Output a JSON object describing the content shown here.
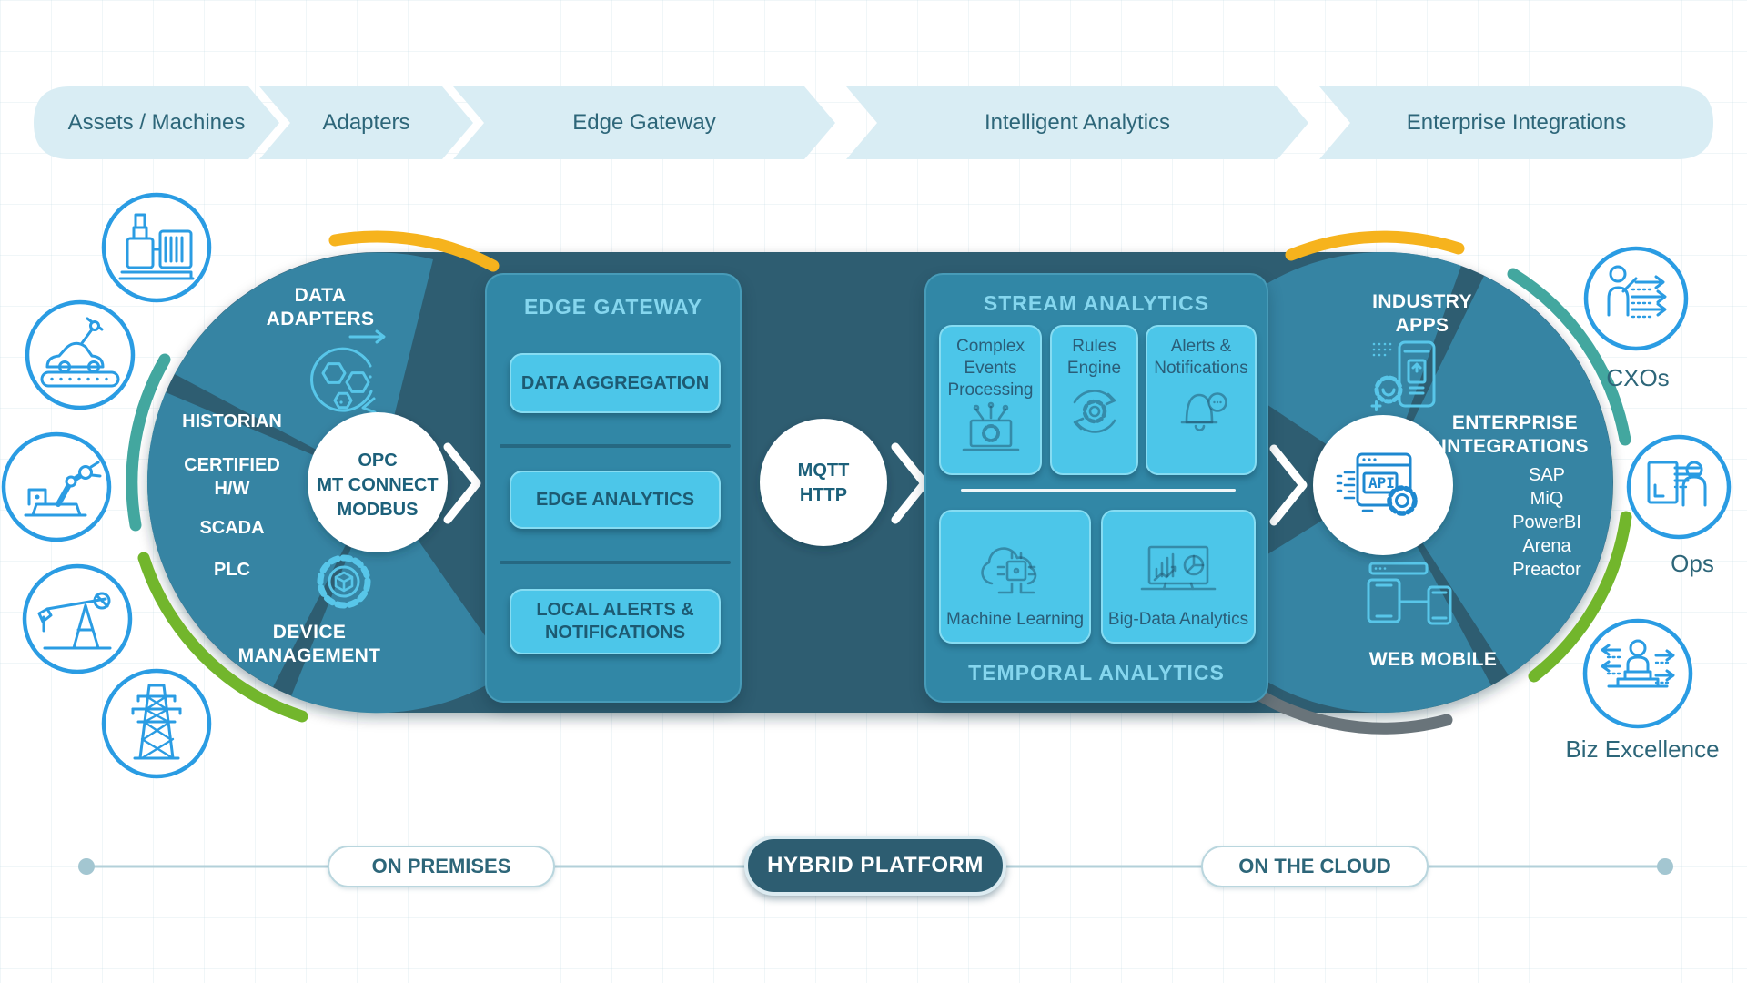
{
  "header": {
    "stages": [
      {
        "label": "Assets / Machines"
      },
      {
        "label": "Adapters"
      },
      {
        "label": "Edge Gateway"
      },
      {
        "label": "Intelligent Analytics"
      },
      {
        "label": "Enterprise Integrations"
      }
    ]
  },
  "left_assets": {
    "icons": [
      "pump-icon",
      "car-assembly-icon",
      "robot-arm-icon",
      "oil-pump-icon",
      "power-tower-icon"
    ]
  },
  "left_wheel": {
    "adapters_label": "DATA ADAPTERS",
    "protocol_items": [
      "HISTORIAN",
      "CERTIFIED H/W",
      "SCADA",
      "PLC"
    ],
    "device_label": "DEVICE MANAGEMENT",
    "hub": {
      "line1": "OPC",
      "line2": "MT CONNECT",
      "line3": "MODBUS"
    }
  },
  "edge_gateway": {
    "title": "EDGE GATEWAY",
    "buttons": [
      {
        "label": "DATA AGGREGATION"
      },
      {
        "label": "EDGE ANALYTICS"
      },
      {
        "label": "LOCAL ALERTS & NOTIFICATIONS"
      }
    ]
  },
  "transport_hub": {
    "line1": "MQTT",
    "line2": "HTTP"
  },
  "analytics": {
    "stream_title": "STREAM ANALYTICS",
    "stream_cards": [
      {
        "label": "Complex Events Processing",
        "icon": "events-processing-icon"
      },
      {
        "label": "Rules Engine",
        "icon": "rules-engine-icon"
      },
      {
        "label": "Alerts & Notifications",
        "icon": "bell-chat-icon"
      }
    ],
    "temporal_title": "TEMPORAL ANALYTICS",
    "temporal_cards": [
      {
        "label": "Machine Learning",
        "icon": "cloud-chip-icon"
      },
      {
        "label": "Big-Data Analytics",
        "icon": "bigdata-chart-icon"
      }
    ]
  },
  "right_wheel": {
    "industry_label": "INDUSTRY APPS",
    "enterprise_title": "ENTERPRISE INTEGRATIONS",
    "enterprise_items": [
      "SAP",
      "MiQ",
      "PowerBI",
      "Arena",
      "Preactor"
    ],
    "web_label": "WEB MOBILE",
    "hub_icon": "api-icon"
  },
  "personas": [
    {
      "label": "CXOs",
      "icon": "cxo-person-arrows-icon"
    },
    {
      "label": "Ops",
      "icon": "ops-person-document-icon"
    },
    {
      "label": "Biz Excellence",
      "icon": "biz-person-podium-icon"
    }
  ],
  "deployment": {
    "on_premises": "ON PREMISES",
    "hybrid": "HYBRID PLATFORM",
    "cloud": "ON THE CLOUD"
  },
  "colors": {
    "capsule": "#2d5d71",
    "wheel_segment": "#3684a3",
    "panel": "#3187a6",
    "card": "#4cc6e9",
    "accent_yellow": "#f6b31d",
    "accent_teal": "#43a79f",
    "accent_green": "#72b62c",
    "accent_gray": "#69747a",
    "icon_blue": "#2a9ce3",
    "chevron_bg": "#d9edf4",
    "text_dark": "#2d6679"
  }
}
